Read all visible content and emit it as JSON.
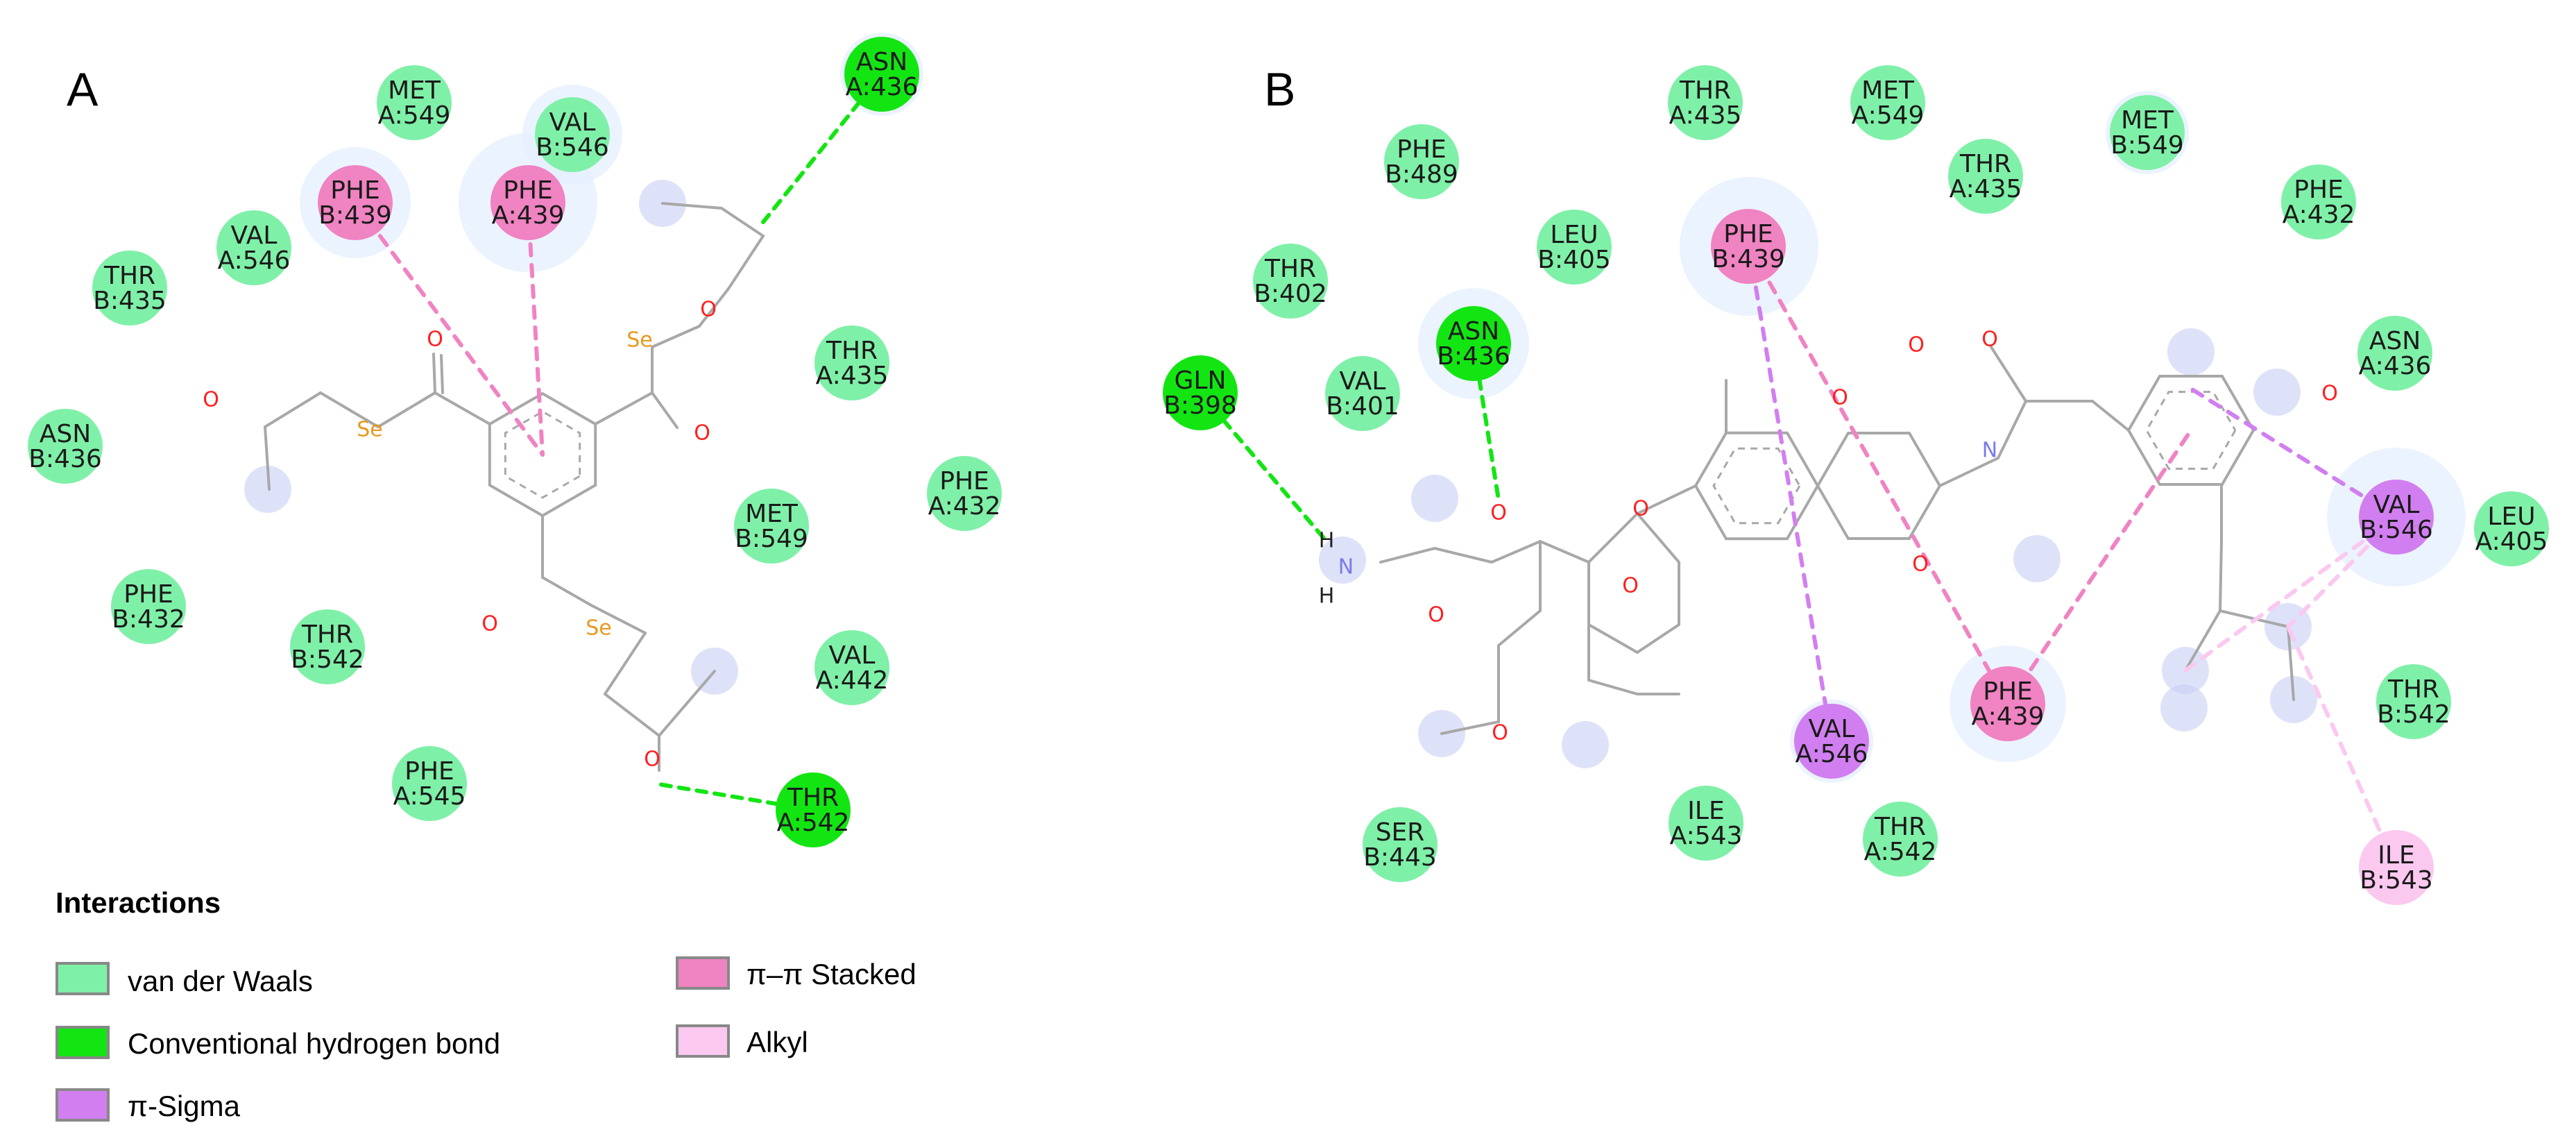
{
  "panels": [
    {
      "label": "A"
    },
    {
      "label": "B"
    }
  ],
  "colors": {
    "van_der_waals": "#7ff0a8",
    "hydrogen_bond": "#13e513",
    "pi_sigma": "#d17ff0",
    "pi_pi_stacked": "#f083c2",
    "alkyl": "#fbc8f0",
    "bond": "#a8a8a8",
    "oxygen": "#ff1e1e",
    "selenium": "#e69a1e",
    "nitrogen": "#7a7ae8"
  },
  "residues": [
    {
      "line1": "MET",
      "line2": "A:549",
      "type": "van_der_waals"
    },
    {
      "line1": "VAL",
      "line2": "B:546",
      "type": "van_der_waals"
    },
    {
      "line1": "ASN",
      "line2": "A:436",
      "type": "hydrogen_bond"
    },
    {
      "line1": "PHE",
      "line2": "B:439",
      "type": "pi_pi_stacked"
    },
    {
      "line1": "PHE",
      "line2": "A:439",
      "type": "pi_pi_stacked"
    },
    {
      "line1": "VAL",
      "line2": "A:546",
      "type": "van_der_waals"
    },
    {
      "line1": "THR",
      "line2": "B:435",
      "type": "van_der_waals"
    },
    {
      "line1": "THR",
      "line2": "A:435",
      "type": "van_der_waals"
    },
    {
      "line1": "ASN",
      "line2": "B:436",
      "type": "van_der_waals"
    },
    {
      "line1": "PHE",
      "line2": "A:432",
      "type": "van_der_waals"
    },
    {
      "line1": "MET",
      "line2": "B:549",
      "type": "van_der_waals"
    },
    {
      "line1": "PHE",
      "line2": "B:432",
      "type": "van_der_waals"
    },
    {
      "line1": "THR",
      "line2": "B:542",
      "type": "van_der_waals"
    },
    {
      "line1": "VAL",
      "line2": "A:442",
      "type": "van_der_waals"
    },
    {
      "line1": "PHE",
      "line2": "A:545",
      "type": "van_der_waals"
    },
    {
      "line1": "THR",
      "line2": "A:542",
      "type": "hydrogen_bond"
    },
    {
      "line1": "THR",
      "line2": "A:435",
      "type": "van_der_waals"
    },
    {
      "line1": "MET",
      "line2": "A:549",
      "type": "van_der_waals"
    },
    {
      "line1": "MET",
      "line2": "B:549",
      "type": "van_der_waals"
    },
    {
      "line1": "PHE",
      "line2": "B:489",
      "type": "van_der_waals"
    },
    {
      "line1": "THR",
      "line2": "A:435",
      "type": "van_der_waals"
    },
    {
      "line1": "PHE",
      "line2": "A:432",
      "type": "van_der_waals"
    },
    {
      "line1": "LEU",
      "line2": "B:405",
      "type": "van_der_waals"
    },
    {
      "line1": "PHE",
      "line2": "B:439",
      "type": "pi_pi_stacked"
    },
    {
      "line1": "THR",
      "line2": "B:402",
      "type": "van_der_waals"
    },
    {
      "line1": "ASN",
      "line2": "B:436",
      "type": "hydrogen_bond"
    },
    {
      "line1": "ASN",
      "line2": "A:436",
      "type": "van_der_waals"
    },
    {
      "line1": "GLN",
      "line2": "B:398",
      "type": "hydrogen_bond"
    },
    {
      "line1": "VAL",
      "line2": "B:401",
      "type": "van_der_waals"
    },
    {
      "line1": "VAL",
      "line2": "B:546",
      "type": "pi_sigma"
    },
    {
      "line1": "LEU",
      "line2": "A:405",
      "type": "van_der_waals"
    },
    {
      "line1": "THR",
      "line2": "B:542",
      "type": "van_der_waals"
    },
    {
      "line1": "VAL",
      "line2": "A:546",
      "type": "pi_sigma"
    },
    {
      "line1": "PHE",
      "line2": "A:439",
      "type": "pi_pi_stacked"
    },
    {
      "line1": "SER",
      "line2": "B:443",
      "type": "van_der_waals"
    },
    {
      "line1": "ILE",
      "line2": "A:543",
      "type": "van_der_waals"
    },
    {
      "line1": "THR",
      "line2": "A:542",
      "type": "van_der_waals"
    },
    {
      "line1": "ILE",
      "line2": "B:543",
      "type": "alkyl"
    }
  ],
  "atoms": {
    "oxygen": "O",
    "selenium": "Se",
    "nitrogen": "N",
    "hydrogen": "H"
  },
  "legend": {
    "title": "Interactions",
    "items": [
      {
        "label": "van der Waals",
        "type": "van_der_waals"
      },
      {
        "label": "Conventional hydrogen bond",
        "type": "hydrogen_bond"
      },
      {
        "label": "π-Sigma",
        "type": "pi_sigma"
      },
      {
        "label": "π–π Stacked",
        "type": "pi_pi_stacked"
      },
      {
        "label": "Alkyl",
        "type": "alkyl"
      }
    ]
  }
}
